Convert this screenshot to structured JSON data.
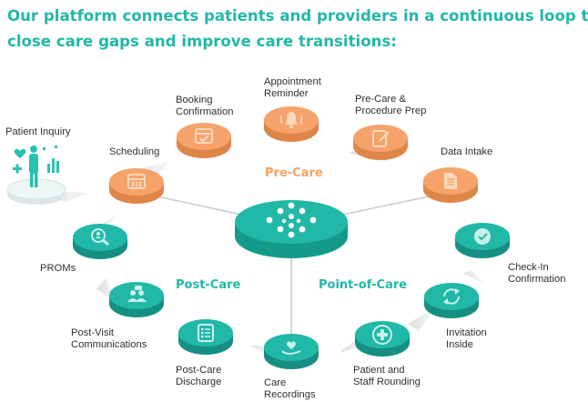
{
  "headline": {
    "line1": "Our platform connects patients and providers in a continuous loop to",
    "line2": "close care gaps and improve care transitions:"
  },
  "colors": {
    "teal": "#21b8a8",
    "orange": "#f5a36b",
    "phase_pre": "#f4a262",
    "phase_post": "#21b8a8",
    "phase_point": "#21b8a8"
  },
  "phases": {
    "pre_care": "Pre-Care",
    "post_care": "Post-Care",
    "point_of_care": "Point-of-Care"
  },
  "steps": {
    "patient_inquiry": {
      "label": "Patient Inquiry",
      "icon": "patient-hologram-icon"
    },
    "scheduling": {
      "label": "Scheduling",
      "icon": "calendar-grid-icon"
    },
    "booking_confirmation": {
      "line1": "Booking",
      "line2": "Confirmation",
      "icon": "calendar-check-icon"
    },
    "appointment_reminder": {
      "line1": "Appointment",
      "line2": "Reminder",
      "icon": "bell-icon"
    },
    "pre_care_prep": {
      "line1": "Pre-Care &",
      "line2": "Procedure Prep",
      "icon": "edit-document-icon"
    },
    "data_intake": {
      "label": "Data Intake",
      "icon": "document-icon"
    },
    "check_in": {
      "line1": "Check-In",
      "line2": "Confirmation",
      "icon": "check-circle-icon"
    },
    "invitation_inside": {
      "line1": "Invitation",
      "line2": "Inside",
      "icon": "refresh-cycle-icon"
    },
    "patient_rounding": {
      "line1": "Patient and",
      "line2": "Staff Rounding",
      "icon": "medical-cross-icon"
    },
    "care_recordings": {
      "line1": "Care",
      "line2": "Recordings",
      "icon": "heart-hand-icon"
    },
    "post_care_discharge": {
      "line1": "Post-Care",
      "line2": "Discharge",
      "icon": "checklist-icon"
    },
    "post_visit_comms": {
      "line1": "Post-Visit",
      "line2": "Communications",
      "icon": "chat-users-icon"
    },
    "proms": {
      "label": "PROMs",
      "icon": "search-person-icon"
    }
  },
  "hub": {
    "icon": "platform-logo-icon"
  }
}
